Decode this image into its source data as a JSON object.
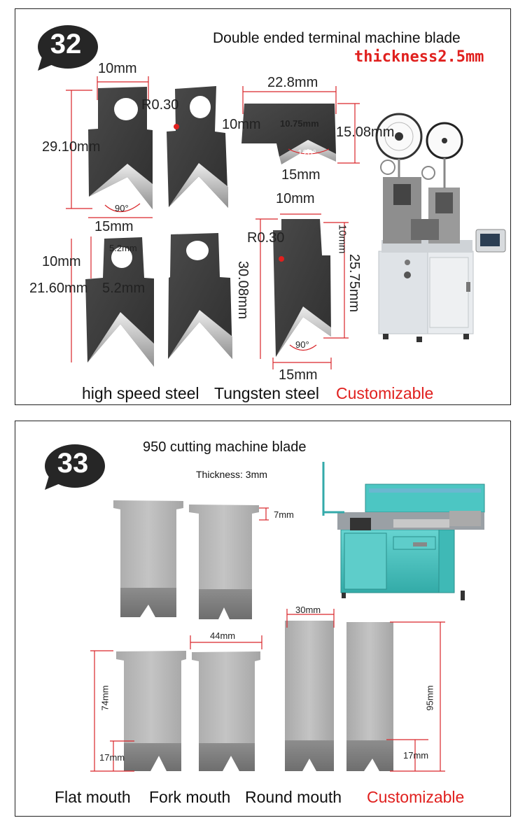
{
  "panel32": {
    "badge": "32",
    "title": "Double ended terminal machine blade",
    "thickness": "thickness2.5mm",
    "dims": {
      "d1": "10mm",
      "d2": "R0.30",
      "d3": "29.10mm",
      "d4": "90°",
      "d5": "15mm",
      "d6": "22.8mm",
      "d7": "10mm",
      "d8": "10.75mm",
      "d9": "15.08mm",
      "d10": "120°",
      "d11": "15mm",
      "d12": "5.2mm",
      "d13": "10mm",
      "d14": "21.60mm",
      "d15": "5.2mm",
      "d16": "10mm",
      "d17": "R0.30",
      "d18": "30.08mm",
      "d19": "10mm",
      "d20": "25.75mm",
      "d21": "90°",
      "d22": "15mm"
    },
    "materials": [
      "high speed steel",
      "Tungsten steel"
    ],
    "customizable": "Customizable"
  },
  "panel33": {
    "badge": "33",
    "title": "950 cutting machine blade",
    "thickness": "Thickness: 3mm",
    "dims": {
      "d1": "7mm",
      "d2": "44mm",
      "d3": "30mm",
      "d4": "74mm",
      "d5": "17mm",
      "d6": "95mm",
      "d7": "17mm"
    },
    "mouths": [
      "Flat mouth",
      "Fork mouth",
      "Round mouth"
    ],
    "customizable": "Customizable"
  },
  "colors": {
    "accent_red": "#e0201e",
    "badge_dark": "#262626",
    "blade_dark": "#3c3c3c",
    "blade_light": "#b9b9b9",
    "machine_teal": "#46c3c0"
  }
}
